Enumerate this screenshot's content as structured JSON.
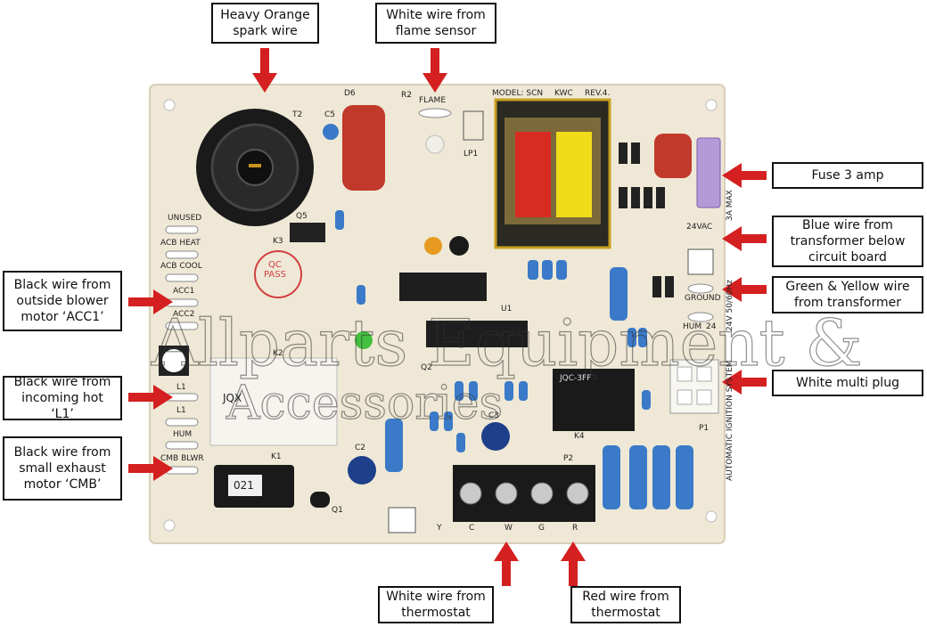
{
  "callouts": {
    "spark": "Heavy Orange\nspark wire",
    "flame": "White wire from\nflame sensor",
    "fuse": "Fuse 3 amp",
    "blue": "Blue wire from\ntransformer below\ncircuit board",
    "green": "Green & Yellow wire\nfrom transformer",
    "multiplug": "White multi plug",
    "acc1": "Black wire from\noutside blower\nmotor ‘ACC1’",
    "l1": "Black wire from\nincoming hot ‘L1’",
    "cmb": "Black wire from\nsmall exhaust\nmotor ‘CMB’",
    "white_tstat": "White wire from\nthermostat",
    "red_tstat": "Red wire from\nthermostat"
  },
  "board": {
    "model": "MODEL: SCN",
    "kwc": "KWC",
    "rev": "REV.4.",
    "flame": "FLAME",
    "lp1": "LP1",
    "t2": "T2",
    "d6": "D6",
    "c5": "C5",
    "r2": "R2",
    "q5": "Q5",
    "k3": "K3",
    "k2": "K2",
    "k1": "K1",
    "k4": "K4",
    "u1": "U1",
    "p1": "P1",
    "p2": "P2",
    "q1": "Q1",
    "q2": "Q2",
    "c2": "C2",
    "c3": "C3",
    "t24vac": "24VAC",
    "ground": "GROUND",
    "hum_r": "HUM",
    "v24": "24",
    "side_text": "AUTOMATIC IGNITION SYSTEM",
    "side_text2": "24V 50/60Hz",
    "max_text": "3A MAX",
    "unused": "UNUSED",
    "acb_heat": "ACB HEAT",
    "acb_cool": "ACB COOL",
    "acc1": "ACC1",
    "acc2": "ACC2",
    "l1a": "L1",
    "l1b": "L1",
    "hum": "HUM",
    "cmb_blwr": "CMB  BLWR",
    "term_y": "Y",
    "term_c": "C",
    "term_w": "W",
    "term_g": "G",
    "term_r": "R",
    "qc": "QC\nPASS",
    "relay_k2": "JQX",
    "relay_k4": "JQC-3FF",
    "k1_label": "021"
  },
  "watermark": "Allparts Equipment &\nAccessories",
  "colors": {
    "board": "#efe8d6",
    "arrow": "#d42020",
    "transformer_red": "#d82b22",
    "transformer_yellow": "#f2dc1a",
    "capacitor_red": "#c0392b",
    "fuse_purple": "#b49ad6"
  }
}
